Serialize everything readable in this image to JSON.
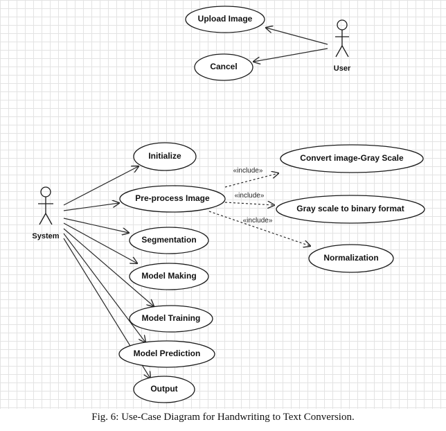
{
  "actors": {
    "user": "User",
    "system": "System"
  },
  "use_cases": {
    "upload_image": "Upload Image",
    "cancel": "Cancel",
    "initialize": "Initialize",
    "preprocess_image": "Pre-process Image",
    "segmentation": "Segmentation",
    "model_making": "Model Making",
    "model_training": "Model Training",
    "model_prediction": "Model Prediction",
    "output": "Output",
    "convert_gray": "Convert image-Gray Scale",
    "gray_to_binary": "Gray scale to binary format",
    "normalization": "Normalization"
  },
  "include_label": "«include»",
  "caption": "Fig. 6: Use-Case Diagram for Handwriting to Text Conversion."
}
